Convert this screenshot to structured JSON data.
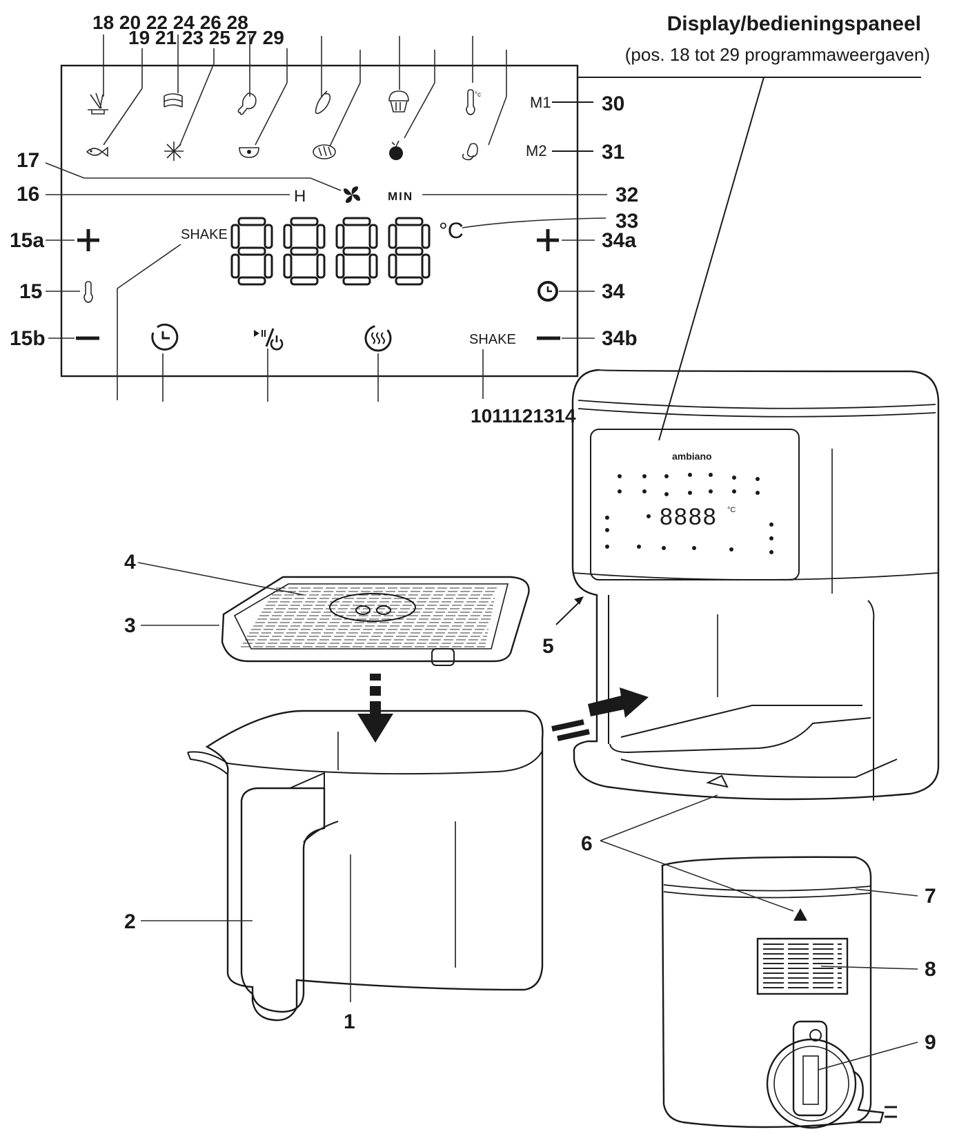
{
  "header": {
    "title": "Display/bedieningspaneel",
    "subtitle": "(pos. 18 tot 29 programmaweergaven)"
  },
  "panel": {
    "digits": "8888",
    "unit": "°C",
    "shake_top": "SHAKE",
    "shake_bottom": "SHAKE",
    "m1": "M1",
    "m2": "M2",
    "min": "MIN",
    "h": "H",
    "plus": "+",
    "minus": "−"
  },
  "top_numbers": {
    "row1": "18 20 22 24 26 28",
    "row2": "19 21 23 25 27 29"
  },
  "bottom_numbers": "1011121314",
  "side_labels": {
    "n30": "30",
    "n31": "31",
    "n32": "32",
    "n33": "33",
    "n34a": "34a",
    "n34": "34",
    "n34b": "34b",
    "n17": "17",
    "n16": "16",
    "n15a": "15a",
    "n15": "15",
    "n15b": "15b"
  },
  "parts": {
    "p1": "1",
    "p2": "2",
    "p3": "3",
    "p4": "4",
    "p5": "5",
    "p6": "6",
    "p7": "7",
    "p8": "8",
    "p9": "9"
  },
  "brand": "ambiano",
  "mini_panel": {
    "digits": "8888",
    "unit": "°C"
  }
}
